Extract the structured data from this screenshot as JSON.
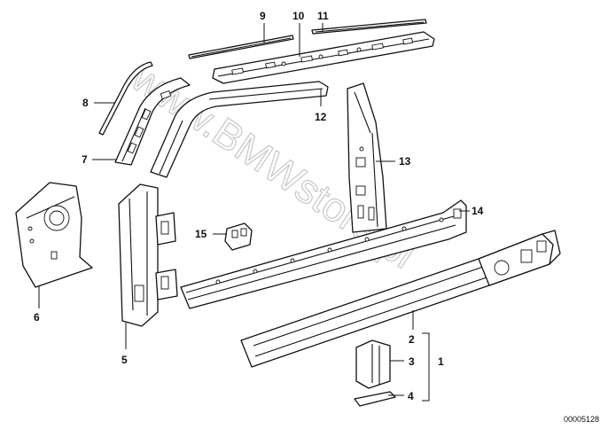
{
  "callouts": {
    "c1": "1",
    "c2": "2",
    "c3": "3",
    "c4": "4",
    "c5": "5",
    "c6": "6",
    "c7": "7",
    "c8": "8",
    "c9": "9",
    "c10": "10",
    "c11": "11",
    "c12": "12",
    "c13": "13",
    "c14": "14",
    "c15": "15"
  },
  "drawing_code": "00005128",
  "watermark": "www.BMWstore.pl"
}
